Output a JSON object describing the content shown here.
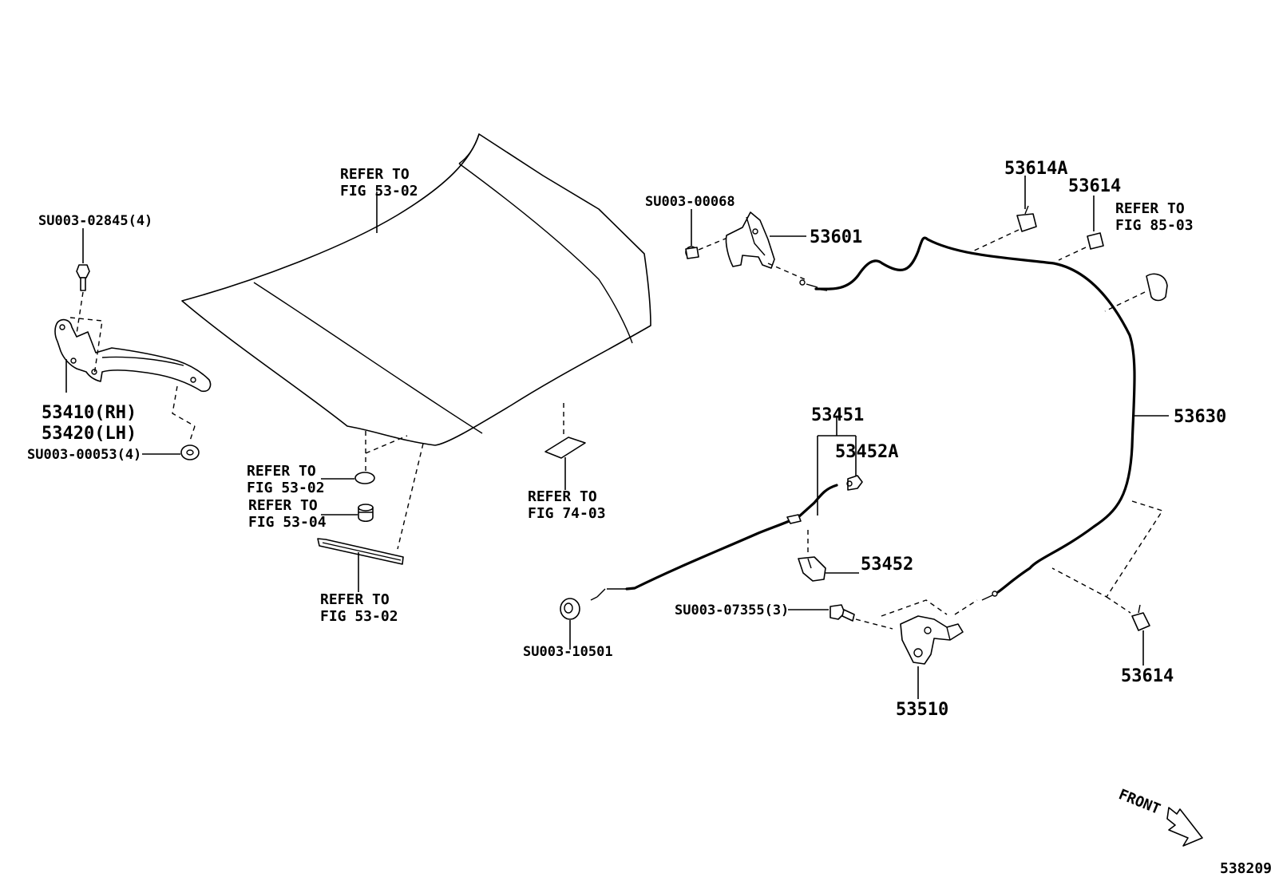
{
  "labels": {
    "su003_02845": "SU003-02845(4)",
    "p53410": "53410(RH)",
    "p53420": "53420(LH)",
    "su003_00053": "SU003-00053(4)",
    "refer_hood_1": "REFER TO",
    "refer_hood_2": "FIG 53-02",
    "refer_cushion_1": "REFER TO",
    "refer_cushion_2": "FIG 53-02",
    "refer_bumper_1": "REFER TO",
    "refer_bumper_2": "FIG 53-04",
    "refer_seal_1": "REFER TO",
    "refer_seal_2": "FIG 53-02",
    "refer_label_1": "REFER TO",
    "refer_label_2": "FIG 74-03",
    "su003_00068": "SU003-00068",
    "p53601": "53601",
    "p53614A": "53614A",
    "p53614_top": "53614",
    "refer_clip_1": "REFER TO",
    "refer_clip_2": "FIG 85-03",
    "p53630": "53630",
    "p53451": "53451",
    "p53452A": "53452A",
    "p53452": "53452",
    "su003_07355": "SU003-07355(3)",
    "su003_10501": "SU003-10501",
    "p53510": "53510",
    "p53614_bottom": "53614",
    "front": "FRONT",
    "figure_number": "538209"
  }
}
